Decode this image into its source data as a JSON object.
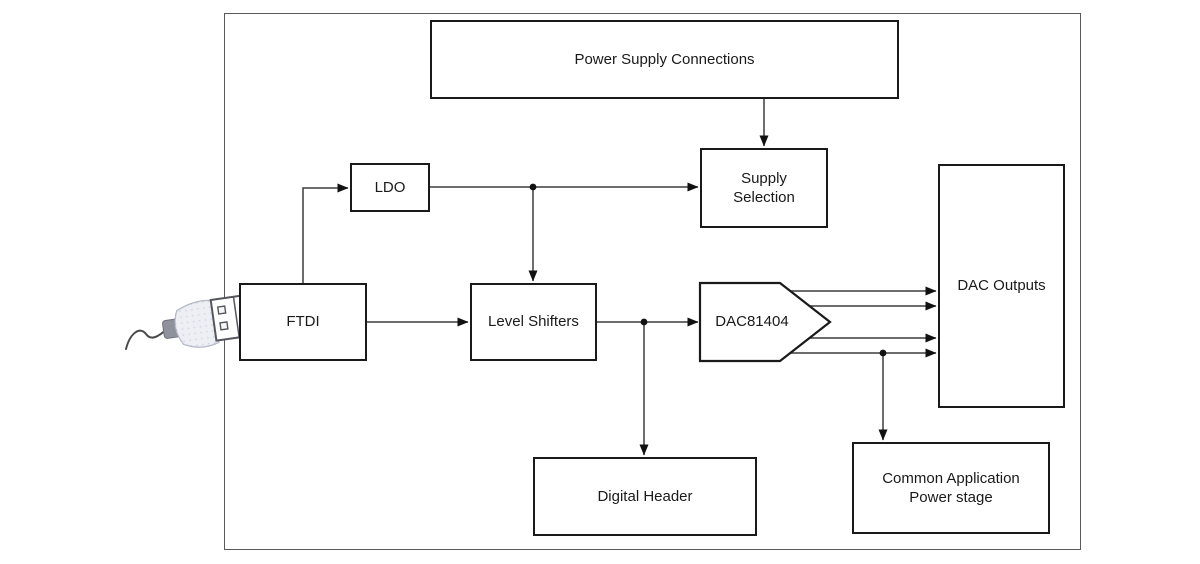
{
  "blocks": {
    "power_supply_connections": {
      "label": "Power Supply Connections"
    },
    "ldo": {
      "label": "LDO"
    },
    "supply_selection": {
      "line1": "Supply",
      "line2": "Selection"
    },
    "ftdi": {
      "label": "FTDI"
    },
    "level_shifters": {
      "label": "Level Shifters"
    },
    "dac81404": {
      "label": "DAC81404"
    },
    "dac_outputs": {
      "label": "DAC Outputs"
    },
    "digital_header": {
      "label": "Digital Header"
    },
    "common_application_power_stage": {
      "line1": "Common Application",
      "line2": "Power stage"
    }
  },
  "icons": {
    "usb_connector": "usb-plug-icon"
  },
  "colors": {
    "background": "#ffffff",
    "box_border": "#1a1a1a",
    "wire": "#3d3d3d",
    "boundary": "#5a5a5a"
  }
}
